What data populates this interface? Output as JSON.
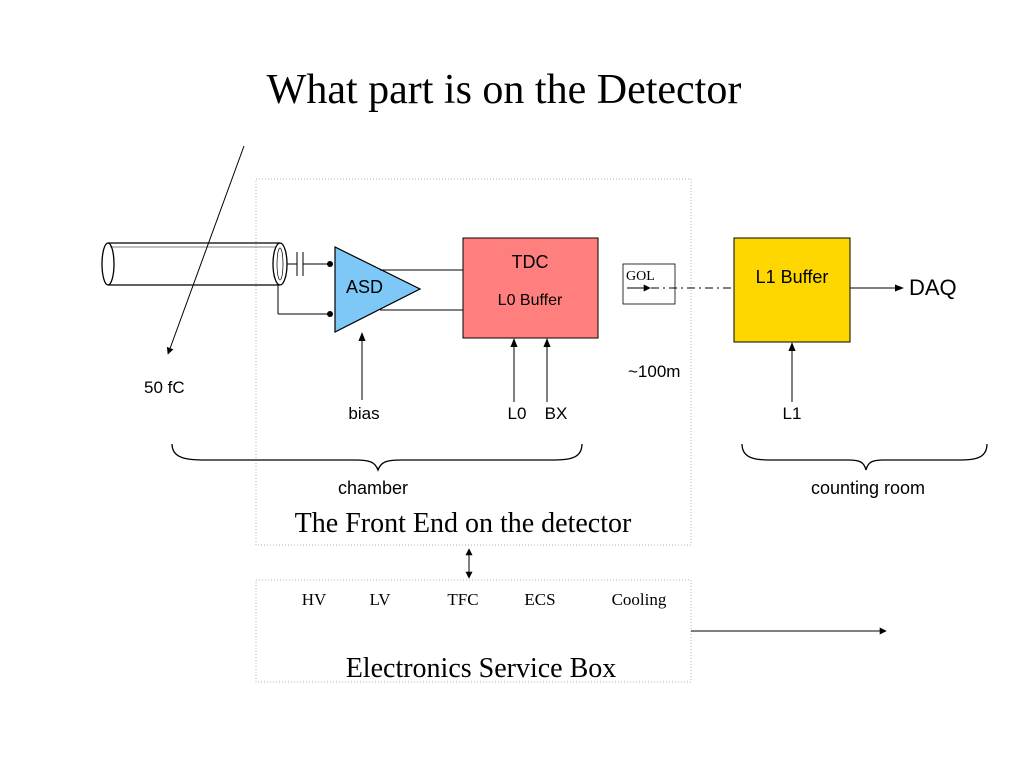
{
  "title": "What part is on the Detector",
  "signal": {
    "charge_label": "50 fC"
  },
  "blocks": {
    "asd": "ASD",
    "tdc": {
      "title": "TDC",
      "subtitle": "L0 Buffer"
    },
    "gol": "GOL",
    "l1_buffer": "L1 Buffer",
    "daq": "DAQ"
  },
  "inputs": {
    "bias": "bias",
    "l0": "L0",
    "bx": "BX",
    "l1": "L1"
  },
  "link_length": "~100m",
  "regions": {
    "chamber": "chamber",
    "counting_room": "counting room"
  },
  "front_end_label": "The Front End on the detector",
  "service_box": {
    "label": "Electronics Service Box",
    "items": [
      "HV",
      "LV",
      "TFC",
      "ECS",
      "Cooling"
    ]
  },
  "colors": {
    "asd_fill": "#7EC8F8",
    "tdc_fill": "#FF7F7F",
    "l1_fill": "#FFD700",
    "dotted_frame": "#b0b0b0"
  }
}
